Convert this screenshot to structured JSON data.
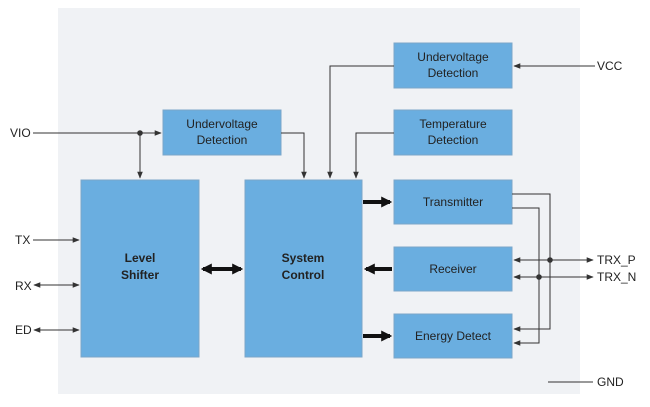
{
  "blocks": {
    "uv_vio": [
      "Undervoltage",
      "Detection"
    ],
    "uv_vcc": [
      "Undervoltage",
      "Detection"
    ],
    "temp": [
      "Temperature",
      "Detection"
    ],
    "level_shifter": [
      "Level",
      "Shifter"
    ],
    "system_control": [
      "System",
      "Control"
    ],
    "transmitter": "Transmitter",
    "receiver": "Receiver",
    "energy_detect": "Energy Detect"
  },
  "pins": {
    "vio": "VIO",
    "vcc": "VCC",
    "tx": "TX",
    "rx": "RX",
    "ed": "ED",
    "trx_p": "TRX_P",
    "trx_n": "TRX_N",
    "gnd": "GND"
  },
  "colors": {
    "chip_background": "#f0f2f5",
    "block_fill": "#6aaee0",
    "line": "#333333"
  }
}
